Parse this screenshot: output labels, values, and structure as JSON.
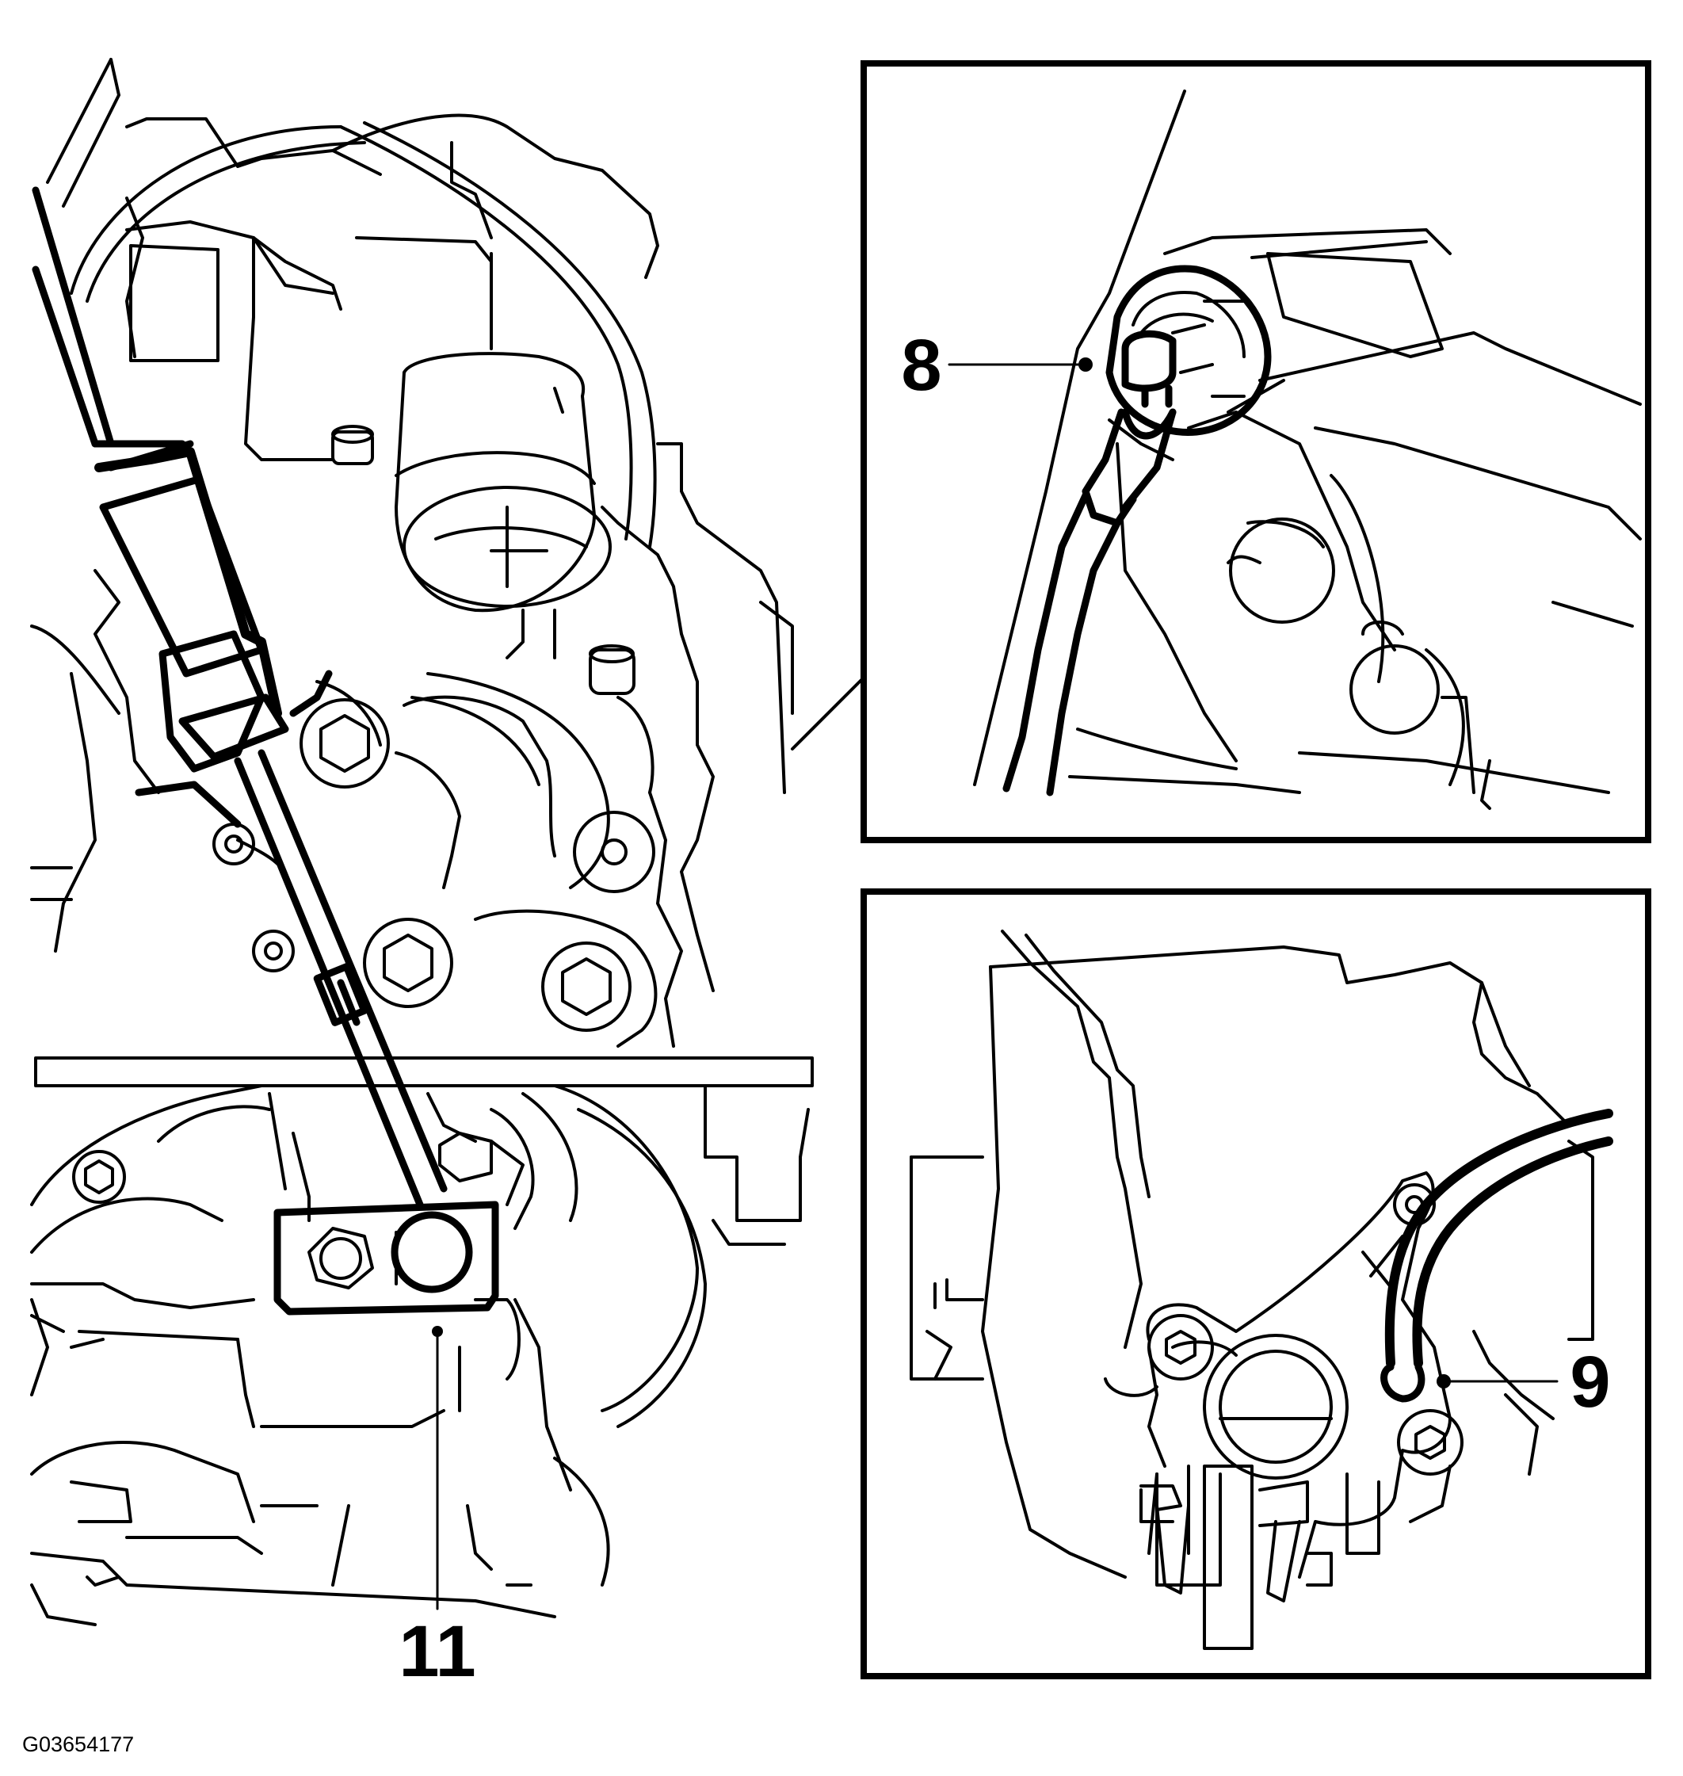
{
  "callouts": {
    "c8": "8",
    "c9": "9",
    "c11": "11"
  },
  "figure_id": "G03654177",
  "colors": {
    "line": "#000000",
    "background": "#ffffff"
  }
}
